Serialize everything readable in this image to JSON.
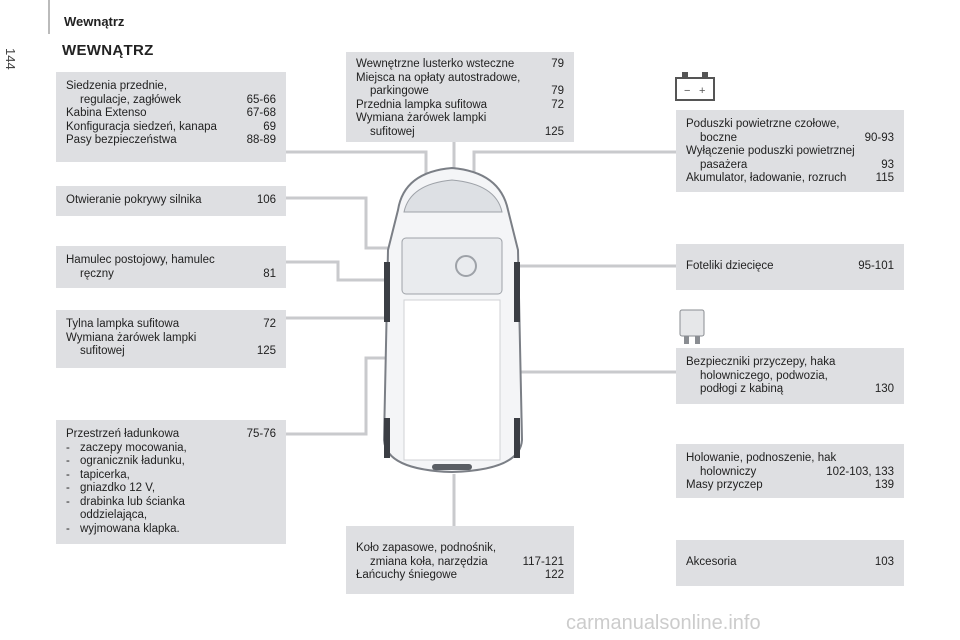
{
  "header": {
    "section": "Wewnątrz",
    "page_number": "144",
    "title": "WEWNĄTRZ"
  },
  "boxes": {
    "seats": {
      "rows": [
        {
          "text": "Siedzenia przednie,",
          "page": ""
        },
        {
          "text": "regulacje, zagłówek",
          "page": "65-66"
        },
        {
          "text": "Kabina Extenso",
          "page": "67-68"
        },
        {
          "text": "Konfiguracja siedzeń, kanapa",
          "page": "69"
        },
        {
          "text": "Pasy bezpieczeństwa",
          "page": "88-89"
        }
      ]
    },
    "hood": {
      "rows": [
        {
          "text": "Otwieranie pokrywy silnika",
          "page": "106"
        }
      ]
    },
    "handbrake": {
      "rows": [
        {
          "text": "Hamulec postojowy, hamulec",
          "page": ""
        },
        {
          "text": "ręczny",
          "page": "81"
        }
      ]
    },
    "rear_lamp": {
      "rows": [
        {
          "text": "Tylna lampka sufitowa",
          "page": "72"
        },
        {
          "text": "Wymiana żarówek lampki",
          "page": ""
        },
        {
          "text": "sufitowej",
          "page": "125"
        }
      ]
    },
    "cargo": {
      "heading": {
        "text": "Przestrzeń ładunkowa",
        "page": "75-76"
      },
      "bullets": [
        "zaczepy mocowania,",
        "ogranicznik ładunku,",
        "tapicerka,",
        "gniazdko 12 V,",
        "drabinka lub ścianka\noddzielająca,",
        "wyjmowana klapka."
      ],
      "dash": "-"
    },
    "mirror": {
      "rows": [
        {
          "text": "Wewnętrzne lusterko wsteczne",
          "page": "79"
        },
        {
          "text": "Miejsca na opłaty autostradowe,",
          "page": ""
        },
        {
          "text": "parkingowe",
          "page": "79"
        },
        {
          "text": "Przednia lampka sufitowa",
          "page": "72"
        },
        {
          "text": "Wymiana żarówek lampki",
          "page": ""
        },
        {
          "text": "sufitowej",
          "page": "125"
        }
      ]
    },
    "spare": {
      "rows": [
        {
          "text": "Koło zapasowe, podnośnik,",
          "page": ""
        },
        {
          "text": "zmiana koła, narzędzia",
          "page": "117-121"
        },
        {
          "text": "Łańcuchy śniegowe",
          "page": "122"
        }
      ]
    },
    "airbags": {
      "rows": [
        {
          "text": "Poduszki powietrzne czołowe,",
          "page": ""
        },
        {
          "text": "boczne",
          "page": "90-93"
        },
        {
          "text": "Wyłączenie poduszki powietrznej",
          "page": ""
        },
        {
          "text": "pasażera",
          "page": "93"
        },
        {
          "text": "Akumulator, ładowanie, rozruch",
          "page": "115"
        }
      ]
    },
    "child": {
      "rows": [
        {
          "text": "Foteliki dziecięce",
          "page": "95-101"
        }
      ]
    },
    "fuses": {
      "rows": [
        {
          "text": "Bezpieczniki przyczepy, haka",
          "page": ""
        },
        {
          "text": "holowniczego, podwozia,",
          "page": ""
        },
        {
          "text": "podłogi z kabiną",
          "page": "130"
        }
      ]
    },
    "towing": {
      "rows": [
        {
          "text": "Holowanie, podnoszenie, hak",
          "page": ""
        },
        {
          "text": "holowniczy",
          "page": "102-103, 133"
        },
        {
          "text": "Masy przyczep",
          "page": "139"
        }
      ]
    },
    "accessories": {
      "rows": [
        {
          "text": "Akcesoria",
          "page": "103"
        }
      ]
    }
  },
  "icons": {
    "battery": "battery-icon",
    "fuse": "fuse-icon"
  },
  "battery_signs": {
    "minus": "−",
    "plus": "+"
  },
  "footer": {
    "watermark": "carmanualsonline.info"
  },
  "colors": {
    "box_bg": "#dedfe2",
    "line": "#c9cacd"
  }
}
